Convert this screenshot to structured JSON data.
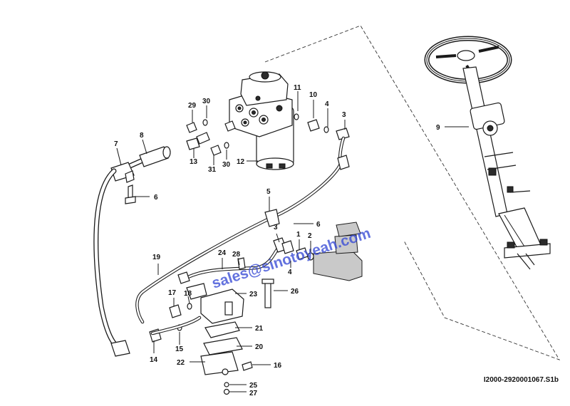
{
  "drawing_code": "I2000-2920001067.S1b",
  "watermark": "sales@sinotoyeah.com",
  "callouts": {
    "c1": "1",
    "c2": "2",
    "c3": "3",
    "c4a": "4",
    "c4b": "4",
    "c5": "5",
    "c6a": "6",
    "c6b": "6",
    "c7": "7",
    "c8": "8",
    "c9": "9",
    "c10": "10",
    "c11": "11",
    "c12": "12",
    "c13": "13",
    "c14": "14",
    "c15": "15",
    "c16": "16",
    "c17": "17",
    "c18": "18",
    "c19": "19",
    "c20": "20",
    "c21": "21",
    "c22": "22",
    "c23": "23",
    "c24": "24",
    "c25": "25",
    "c26": "26",
    "c27": "27",
    "c28": "28",
    "c29": "29",
    "c30a": "30",
    "c30b": "30",
    "c31": "31"
  }
}
